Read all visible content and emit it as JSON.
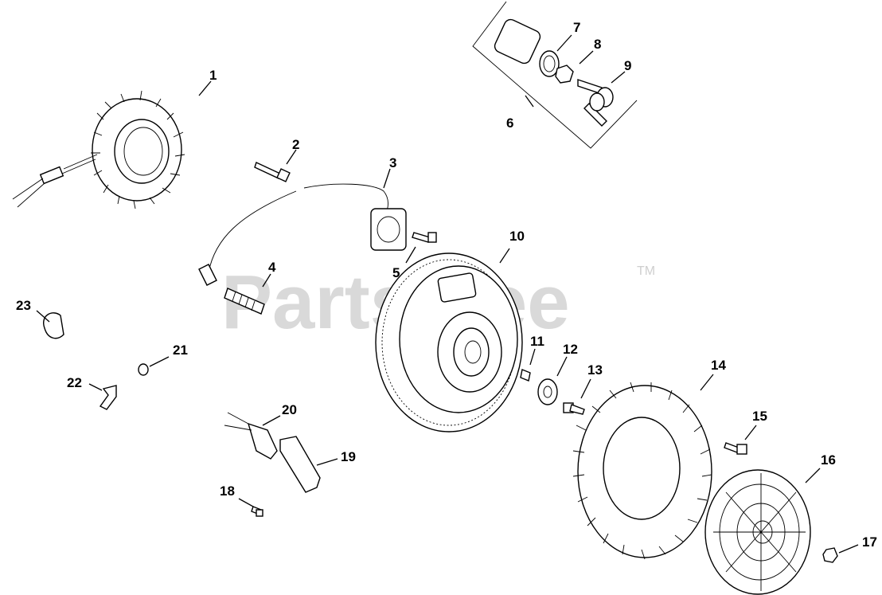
{
  "watermark": {
    "text": "PartsTree",
    "trademark": "TM"
  },
  "callouts": [
    {
      "id": "1",
      "label": "1"
    },
    {
      "id": "2",
      "label": "2"
    },
    {
      "id": "3",
      "label": "3"
    },
    {
      "id": "4",
      "label": "4"
    },
    {
      "id": "5",
      "label": "5"
    },
    {
      "id": "6",
      "label": "6"
    },
    {
      "id": "7",
      "label": "7"
    },
    {
      "id": "8",
      "label": "8"
    },
    {
      "id": "9",
      "label": "9"
    },
    {
      "id": "10",
      "label": "10"
    },
    {
      "id": "11",
      "label": "11"
    },
    {
      "id": "12",
      "label": "12"
    },
    {
      "id": "13",
      "label": "13"
    },
    {
      "id": "14",
      "label": "14"
    },
    {
      "id": "15",
      "label": "15"
    },
    {
      "id": "16",
      "label": "16"
    },
    {
      "id": "17",
      "label": "17"
    },
    {
      "id": "18",
      "label": "18"
    },
    {
      "id": "19",
      "label": "19"
    },
    {
      "id": "20",
      "label": "20"
    },
    {
      "id": "21",
      "label": "21"
    },
    {
      "id": "22",
      "label": "22"
    },
    {
      "id": "23",
      "label": "23"
    }
  ],
  "colors": {
    "line": "#000000",
    "watermark": "#d9d9d9",
    "background": "#ffffff"
  }
}
